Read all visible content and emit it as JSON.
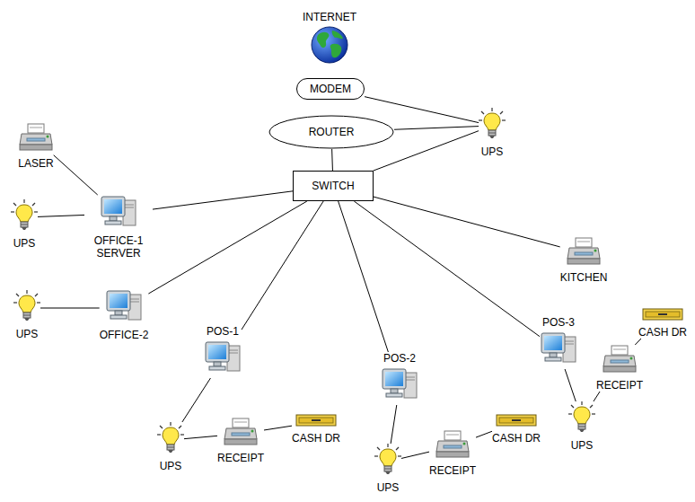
{
  "diagram": {
    "nodes": [
      {
        "text": [
          "INTERNET"
        ]
      },
      {
        "text": [
          "MODEM"
        ]
      },
      {
        "text": [
          "ROUTER"
        ]
      },
      {
        "text": [
          "SWITCH"
        ]
      },
      {
        "text": [
          "UPS"
        ]
      },
      {
        "text": [
          "LASER"
        ]
      },
      {
        "text": [
          "UPS"
        ]
      },
      {
        "text": [
          "OFFICE-1 SERVER"
        ]
      },
      {
        "text": [
          "UPS"
        ]
      },
      {
        "text": [
          "OFFICE-2"
        ]
      },
      {
        "text": [
          "KITCHEN"
        ]
      },
      {
        "text": [
          "POS-1"
        ]
      },
      {
        "text": [
          "UPS"
        ]
      },
      {
        "text": [
          "RECEIPT"
        ]
      },
      {
        "text": [
          "CASH DR"
        ]
      },
      {
        "text": [
          "POS-2"
        ]
      },
      {
        "text": [
          "UPS"
        ]
      },
      {
        "text": [
          "RECEIPT"
        ]
      },
      {
        "text": [
          "CASH DR"
        ]
      },
      {
        "text": [
          "POS-3"
        ]
      },
      {
        "text": [
          "CASH DR"
        ]
      },
      {
        "text": [
          "RECEIPT"
        ]
      },
      {
        "text": [
          "UPS"
        ]
      }
    ],
    "edges": [
      {
        "from": 1,
        "to": 4,
        "arrow": "none"
      },
      {
        "from": 2,
        "to": 4,
        "arrow": "none"
      },
      {
        "from": 2,
        "to": 3,
        "arrow": "none"
      },
      {
        "from": 3,
        "to": 4,
        "arrow": "none"
      },
      {
        "from": 3,
        "to": 7,
        "arrow": "none"
      },
      {
        "from": 5,
        "to": 7,
        "arrow": "none"
      },
      {
        "from": 6,
        "to": 7,
        "arrow": "none"
      },
      {
        "from": 3,
        "to": 9,
        "arrow": "none"
      },
      {
        "from": 8,
        "to": 9,
        "arrow": "none"
      },
      {
        "from": 3,
        "to": 10,
        "arrow": "none"
      },
      {
        "from": 3,
        "to": 11,
        "arrow": "none"
      },
      {
        "from": 11,
        "to": 12,
        "arrow": "none"
      },
      {
        "from": 12,
        "to": 13,
        "arrow": "none"
      },
      {
        "from": 13,
        "to": 14,
        "arrow": "none"
      },
      {
        "from": 3,
        "to": 15,
        "arrow": "none"
      },
      {
        "from": 15,
        "to": 16,
        "arrow": "none"
      },
      {
        "from": 16,
        "to": 17,
        "arrow": "none"
      },
      {
        "from": 17,
        "to": 18,
        "arrow": "none"
      },
      {
        "from": 3,
        "to": 19,
        "arrow": "none"
      },
      {
        "from": 19,
        "to": 22,
        "arrow": "none"
      },
      {
        "from": 22,
        "to": 21,
        "arrow": "none"
      },
      {
        "from": 21,
        "to": 20,
        "arrow": "none"
      }
    ]
  }
}
